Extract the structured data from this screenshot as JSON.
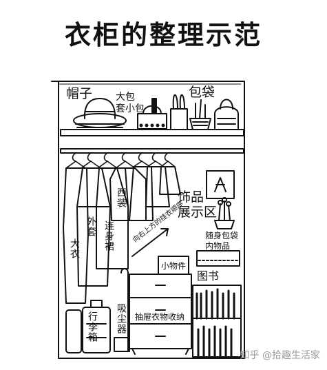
{
  "title": "衣柜的整理示范",
  "labels": {
    "hat": "帽子",
    "bag": "包袋",
    "big_bag_line1": "大包",
    "big_bag_line2": "套小包",
    "suit": "西装",
    "jacket": "外套",
    "dress": "连身裙",
    "coat": "大衣",
    "display_line1": "饰品",
    "display_line2": "展示区",
    "arrow_note": "向右上方的挂衣顺序",
    "carry_line1": "随身包袋",
    "carry_line2": "内物品",
    "small_items": "小物件",
    "books": "图书",
    "drawer": "抽屉衣物收纳",
    "vacuum": "吸尘器",
    "luggage": "行李箱"
  },
  "watermark": "知乎 @拾趣生活家"
}
